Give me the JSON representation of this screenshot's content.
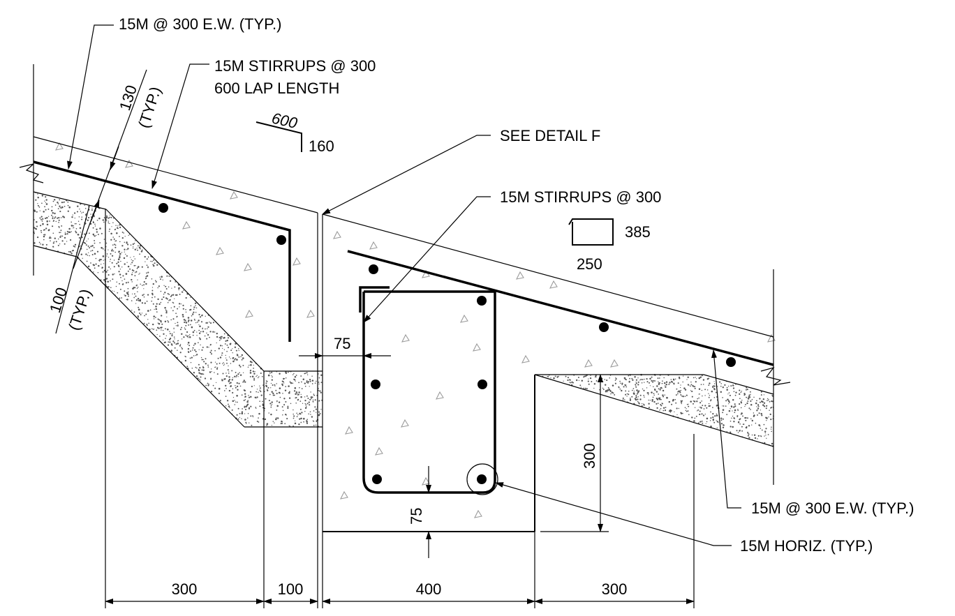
{
  "callouts": {
    "top_mesh": "15M @ 300 E.W. (TYP.)",
    "stirrups_left_line1": "15M STIRRUPS @ 300",
    "stirrups_left_line2": "600 LAP LENGTH",
    "see_detail": "SEE DETAIL F",
    "stirrups_right": "15M STIRRUPS @ 300",
    "bottom_mesh": "15M @ 300 E.W. (TYP.)",
    "horiz": "15M HORIZ. (TYP.)"
  },
  "bar_shapes": {
    "hook_length": "600",
    "hook_leg": "160",
    "stirrup_height": "385",
    "stirrup_width": "250"
  },
  "slab_dims": {
    "thickness_value": "130",
    "thickness_note": "(TYP.)",
    "base_value": "100",
    "base_note": "(TYP.)"
  },
  "local_dims": {
    "cover_side": "75",
    "cover_bottom": "75",
    "depth": "300"
  },
  "bottom_dims": [
    "300",
    "100",
    "400",
    "300"
  ]
}
